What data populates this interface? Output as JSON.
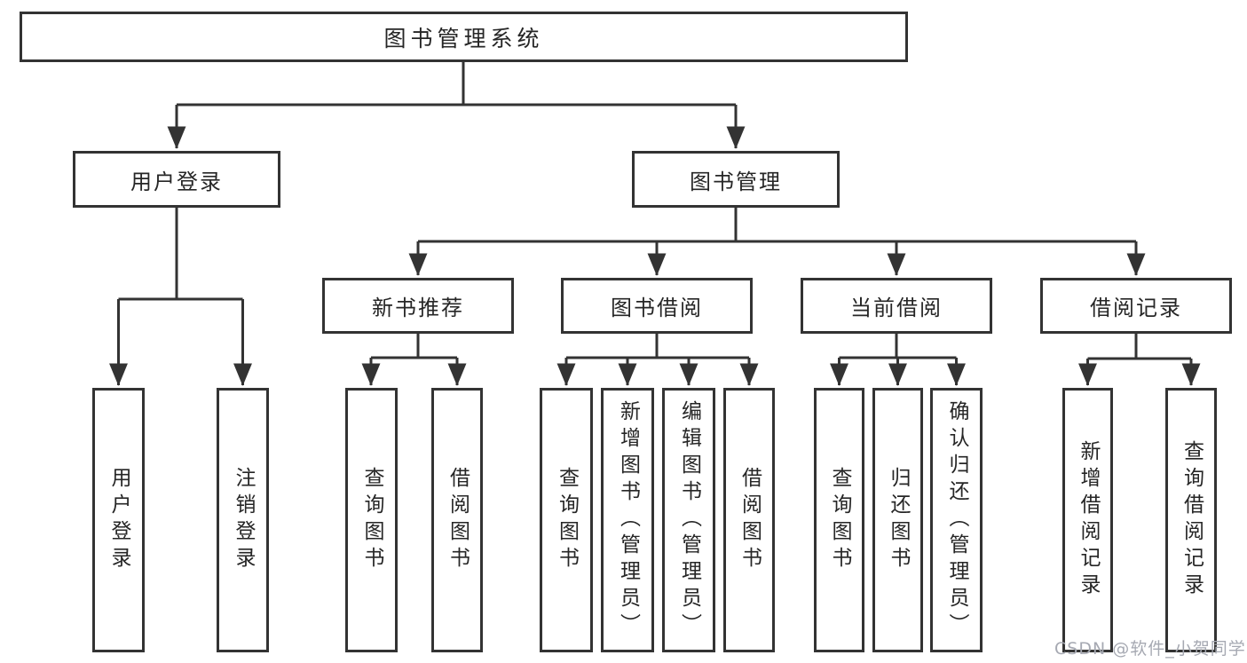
{
  "diagram": {
    "root": {
      "label": "图书管理系统"
    },
    "level1": {
      "user_login": {
        "label": "用户登录"
      },
      "book_mgmt": {
        "label": "图书管理"
      }
    },
    "level2": {
      "new_books": {
        "label": "新书推荐"
      },
      "book_borrow": {
        "label": "图书借阅"
      },
      "current_borrow": {
        "label": "当前借阅"
      },
      "borrow_records": {
        "label": "借阅记录"
      }
    },
    "leaves": {
      "user_login_leaf": {
        "label": "用户登录"
      },
      "logout": {
        "label": "注销登录"
      },
      "nb_query_books": {
        "label": "查询图书"
      },
      "nb_borrow_books": {
        "label": "借阅图书"
      },
      "bb_query_books": {
        "label": "查询图书"
      },
      "bb_add_books": {
        "label": "新增图书（管理员）"
      },
      "bb_edit_books": {
        "label": "编辑图书（管理员）"
      },
      "bb_borrow_books": {
        "label": "借阅图书"
      },
      "cb_query_books": {
        "label": "查询图书"
      },
      "cb_return_books": {
        "label": "归还图书"
      },
      "cb_confirm_return": {
        "label": "确认归还（管理员）"
      },
      "br_add_record": {
        "label": "新增借阅记录"
      },
      "br_query_record": {
        "label": "查询借阅记录"
      }
    }
  },
  "watermark": {
    "text": "CSDN @软件_小贺同学"
  },
  "colors": {
    "line": "#333333",
    "box_border": "#333333",
    "text": "#262626",
    "watermark": "#a6a9b2",
    "background": "#ffffff"
  }
}
